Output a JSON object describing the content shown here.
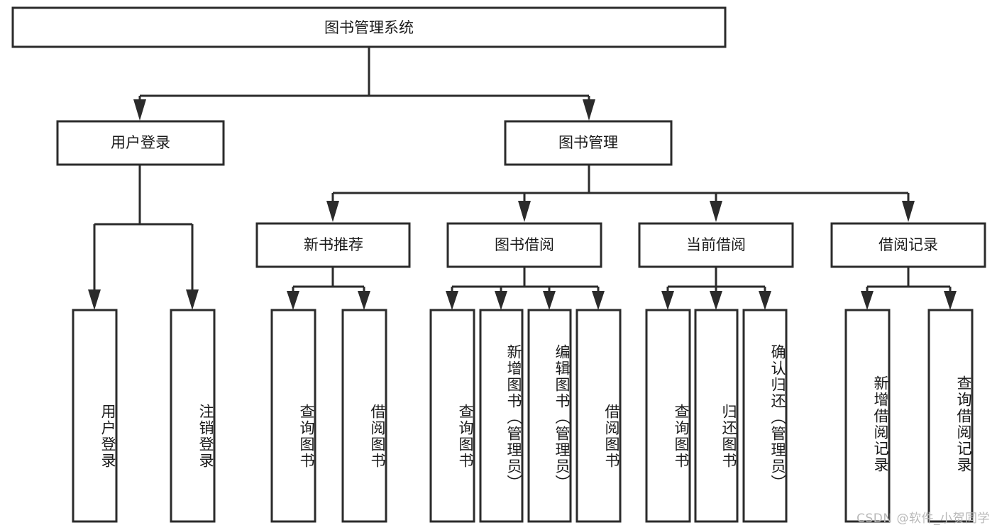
{
  "diagram": {
    "title": "图书管理系统",
    "type": "tree-hierarchy-chart",
    "colors": {
      "box_stroke": "#2b2b2b",
      "box_fill": "#ffffff",
      "connector": "#2b2b2b",
      "text": "#1a1a1a",
      "watermark": "#b9b9b9",
      "background": "#ffffff"
    },
    "root": {
      "label": "图书管理系统"
    },
    "level2": [
      {
        "label": "用户登录"
      },
      {
        "label": "图书管理"
      }
    ],
    "level3": [
      {
        "label": "新书推荐"
      },
      {
        "label": "图书借阅"
      },
      {
        "label": "当前借阅"
      },
      {
        "label": "借阅记录"
      }
    ],
    "leaves": {
      "user_login": [
        {
          "label": "用户登录"
        },
        {
          "label": "注销登录"
        }
      ],
      "new_book_recommend": [
        {
          "label": "查询图书"
        },
        {
          "label": "借阅图书"
        }
      ],
      "book_borrow": [
        {
          "label": "查询图书"
        },
        {
          "label": "新增图书（管理员）"
        },
        {
          "label": "编辑图书（管理员）"
        },
        {
          "label": "借阅图书"
        }
      ],
      "current_borrow": [
        {
          "label": "查询图书"
        },
        {
          "label": "归还图书"
        },
        {
          "label": "确认归还（管理员）"
        }
      ],
      "borrow_record": [
        {
          "label": "新增借阅记录"
        },
        {
          "label": "查询借阅记录"
        }
      ]
    }
  },
  "watermark": {
    "text": "CSDN @软件_小贺同学"
  }
}
